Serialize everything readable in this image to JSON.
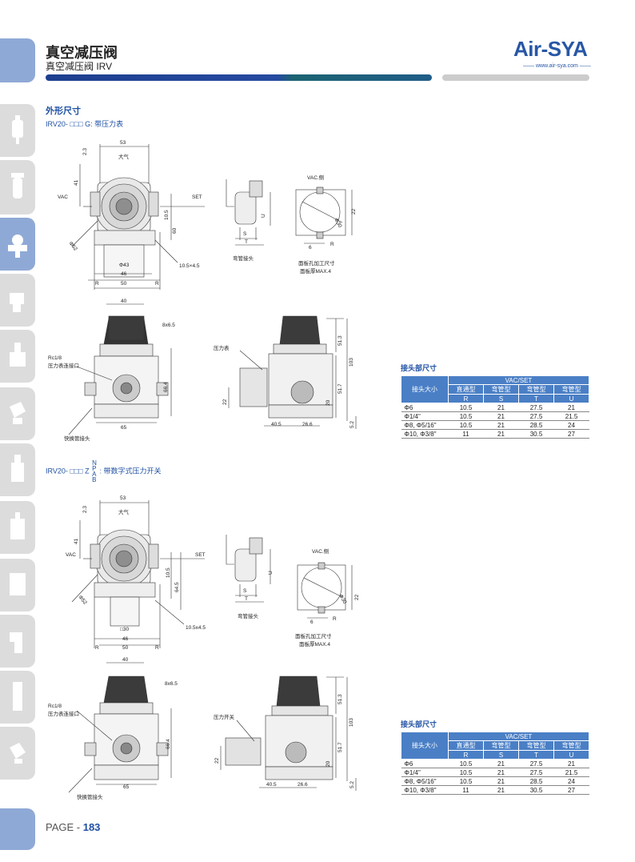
{
  "header": {
    "title": "真空减压阀",
    "subtitle": "真空减压阀 IRV",
    "logo": "Air-SYA",
    "logo_sub": "—— www.air-sya.com ——"
  },
  "section": {
    "title": "外形尺寸",
    "variant1": "IRV20- □□□ G: 带压力表",
    "variant2_prefix": "IRV20- □□□ Z",
    "variant2_letters": [
      "N",
      "P",
      "A",
      "B"
    ],
    "variant2_suffix": ": 带数字式压力开关"
  },
  "drawing1": {
    "top": {
      "w53": "53",
      "d2_3": "2.3",
      "d41": "41",
      "vac": "VAC",
      "set": "SET",
      "d10_5": "10.5",
      "d60": "60",
      "phi52": "Φ52",
      "phi43": "Φ43",
      "d46": "46",
      "d50": "50",
      "r": "R",
      "slot": "10.5×4.5",
      "arrow": "大气"
    },
    "elbow": {
      "u": "U",
      "s": "S",
      "t": "T",
      "caption": "弯管接头"
    },
    "panel": {
      "vac_side": "VAC.侧",
      "d22": "22",
      "d6": "6",
      "r": "R",
      "phi30": "Φ30",
      "caption1": "面板孔加工尺寸",
      "caption2": "面板厚MAX.4"
    },
    "front": {
      "w40": "40",
      "hex": "8x6.5",
      "rc": "Rc1/8",
      "rc_desc": "压力表连接口",
      "d66_4": "66.4",
      "d65": "65",
      "fitting": "快换管接头"
    },
    "side": {
      "gauge": "压力表",
      "d51_3": "51.3",
      "d103": "103",
      "d51_7": "51.7",
      "d20": "20",
      "d22": "22",
      "d40_5": "40.5",
      "d26_6": "26.6",
      "d5_2": "5.2"
    }
  },
  "drawing2": {
    "top": {
      "w53": "53",
      "d2_3": "2.3",
      "d41": "41",
      "vac": "VAC",
      "set": "SET",
      "d10_5": "10.5",
      "d64_5": "64.5",
      "phi52": "Φ52",
      "sq30": "□30",
      "d46": "46",
      "d50": "50",
      "r": "R",
      "slot": "10.5x4.5",
      "arrow": "大气"
    },
    "elbow": {
      "u": "U",
      "s": "S",
      "t": "T",
      "caption": "弯管接头"
    },
    "panel": {
      "vac_side": "VAC.侧",
      "d22": "22",
      "d6": "6",
      "r": "R",
      "phi30": "Φ30",
      "caption1": "面板孔加工尺寸",
      "caption2": "面板厚MAX.4"
    },
    "front": {
      "w40": "40",
      "hex": "8x6.5",
      "rc": "Rc1/8",
      "rc_desc": "压力表连接口",
      "d66_4": "66.4",
      "d65": "65",
      "fitting": "快换管接头"
    },
    "side": {
      "switch": "压力开关",
      "d51_3": "51.3",
      "d103": "103",
      "d51_7": "51.7",
      "d20": "20",
      "d22": "22",
      "d40_5": "40.5",
      "d26_6": "26.6",
      "d5_2": "5.2"
    }
  },
  "table1": {
    "title": "接头部尺寸",
    "row_header": "接头大小",
    "group": "VAC/SET",
    "cols": [
      "直通型",
      "弯管型",
      "弯管型",
      "弯管型"
    ],
    "letters": [
      "R",
      "S",
      "T",
      "U"
    ],
    "rows": [
      {
        "size": "Φ6",
        "vals": [
          "10.5",
          "21",
          "27.5",
          "21"
        ]
      },
      {
        "size": "Φ1/4\"",
        "vals": [
          "10.5",
          "21",
          "27.5",
          "21.5"
        ]
      },
      {
        "size": "Φ8, Φ5/16\"",
        "vals": [
          "10.5",
          "21",
          "28.5",
          "24"
        ]
      },
      {
        "size": "Φ10, Φ3/8\"",
        "vals": [
          "11",
          "21",
          "30.5",
          "27"
        ]
      }
    ]
  },
  "table2": {
    "title": "接头部尺寸",
    "row_header": "接头大小",
    "group": "VAC/SET",
    "cols": [
      "直通型",
      "弯管型",
      "弯管型",
      "弯管型"
    ],
    "letters": [
      "R",
      "S",
      "T",
      "U"
    ],
    "rows": [
      {
        "size": "Φ6",
        "vals": [
          "10.5",
          "21",
          "27.5",
          "21"
        ]
      },
      {
        "size": "Φ1/4\"",
        "vals": [
          "10.5",
          "21",
          "27.5",
          "21.5"
        ]
      },
      {
        "size": "Φ8, Φ5/16\"",
        "vals": [
          "10.5",
          "21",
          "28.5",
          "24"
        ]
      },
      {
        "size": "Φ10, Φ3/8\"",
        "vals": [
          "11",
          "21",
          "30.5",
          "27"
        ]
      }
    ]
  },
  "footer": {
    "page_label": "PAGE - ",
    "page_num": "183"
  },
  "colors": {
    "accent": "#1f50a3",
    "tab": "#dcdcdc",
    "tab_active": "#8fa9d6",
    "table_header": "#4a7fc6"
  }
}
